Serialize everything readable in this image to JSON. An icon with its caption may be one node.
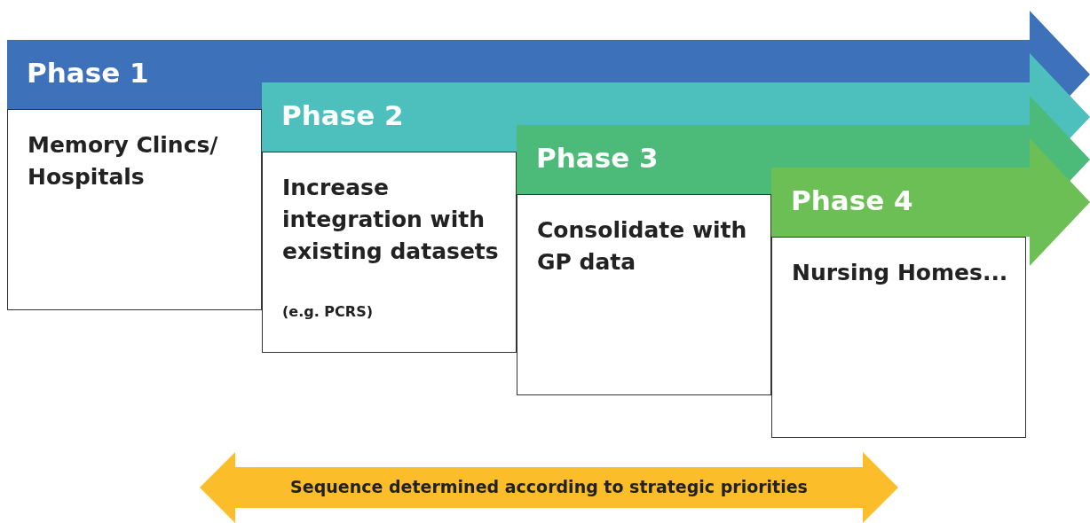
{
  "diagram": {
    "nodes": [
      {
        "text": [
          "Phase 1",
          "Memory Clincs/ Hospitals"
        ]
      },
      {
        "text": [
          "Phase 2",
          "Increase integration with existing datasets",
          "(e.g. PCRS)"
        ]
      },
      {
        "text": [
          "Phase 3",
          "Consolidate with GP data"
        ]
      },
      {
        "text": [
          "Phase 4",
          "Nursing Homes..."
        ]
      },
      {
        "text": [
          "Sequence determined according to strategic priorities"
        ]
      }
    ]
  }
}
